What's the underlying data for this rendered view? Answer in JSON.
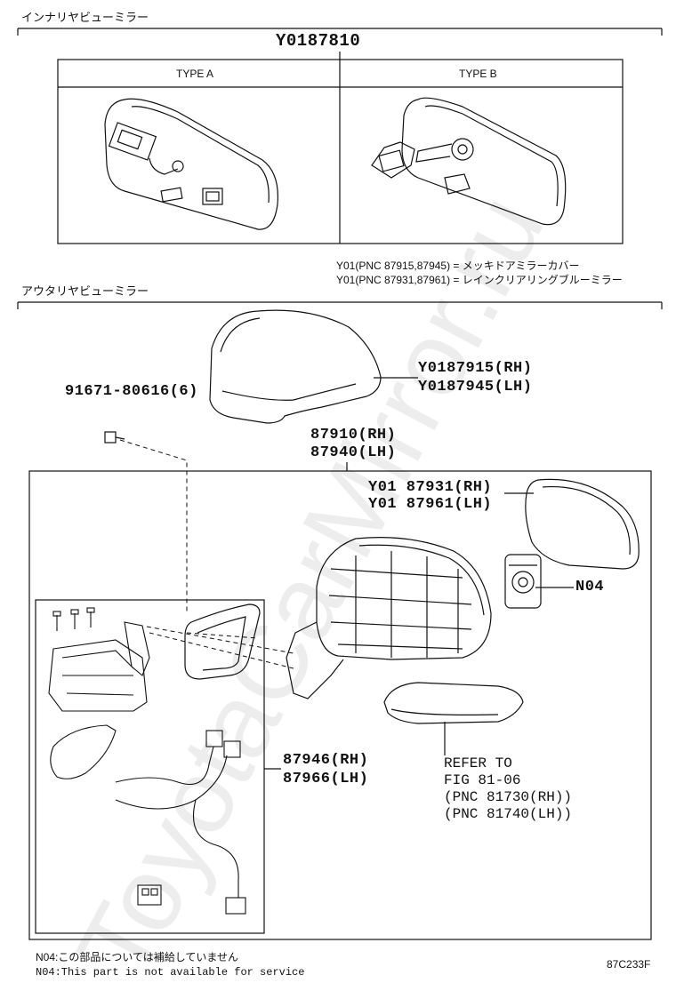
{
  "sections": {
    "inner_title": "インナリヤビューミラー",
    "outer_title": "アウタリヤビューミラー"
  },
  "inner": {
    "main_part": "Y0187810",
    "type_a": "TYPE A",
    "type_b": "TYPE B"
  },
  "notes_top": {
    "line1": "Y01(PNC 87915,87945) = メッキドアミラーカバー",
    "line2": "Y01(PNC 87931,87961) = レインクリアリングブルーミラー"
  },
  "parts": {
    "bolt": "91671-80616(6)",
    "cover_rh": "Y0187915(RH)",
    "cover_lh": "Y0187945(LH)",
    "assy_rh": "87910(RH)",
    "assy_lh": "87940(LH)",
    "glass_rh": "Y01 87931(RH)",
    "glass_lh": "Y01 87961(LH)",
    "n04": "N04",
    "sub_rh": "87946(RH)",
    "sub_lh": "87966(LH)"
  },
  "refer": {
    "l1": "REFER TO",
    "l2": "FIG 81-06",
    "l3": "(PNC 81730(RH))",
    "l4": "(PNC 81740(LH))"
  },
  "footnotes": {
    "jp": "N04:この部品については補給していません",
    "en": "N04:This part is not available for service"
  },
  "figure_code": "87C233F",
  "watermark": "ToyotaCarMirror.ru"
}
